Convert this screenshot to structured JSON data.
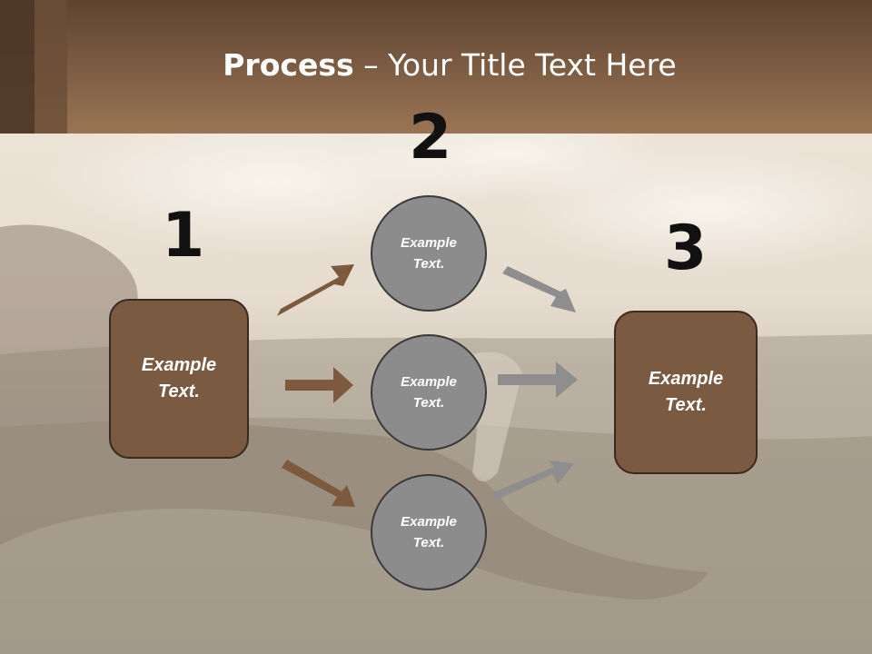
{
  "slide": {
    "title_bold": "Process",
    "title_rest": " – Your Title Text Here"
  },
  "steps": [
    {
      "number": "1",
      "label": "Example\nText."
    },
    {
      "number": "2"
    },
    {
      "number": "3",
      "label": "Example\nText."
    }
  ],
  "circles": [
    {
      "label": "Example\nText."
    },
    {
      "label": "Example\nText."
    },
    {
      "label": "Example\nText."
    }
  ],
  "colors": {
    "header": "#7e5e44",
    "box_fill": "#7a5a40",
    "circle_fill": "#8c8c8c",
    "arrow_brown": "#7d5a3e",
    "arrow_gray": "#8e8e8e"
  }
}
